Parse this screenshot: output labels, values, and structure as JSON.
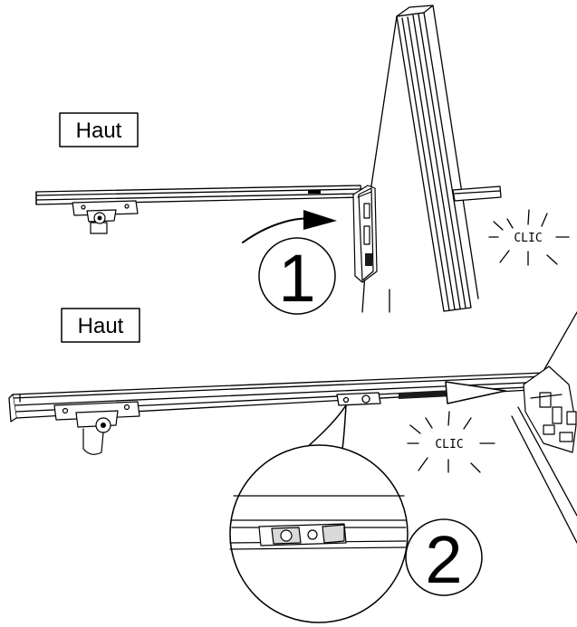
{
  "labels": {
    "top_label": "Haut",
    "bottom_label": "Haut",
    "clic_top": "CLIC",
    "clic_bottom": "CLIC",
    "step1": "1",
    "step2": "2"
  },
  "colors": {
    "line": "#000000",
    "paper": "#ffffff",
    "shade": "#d9d9d9",
    "dark": "#1a1a1a"
  }
}
